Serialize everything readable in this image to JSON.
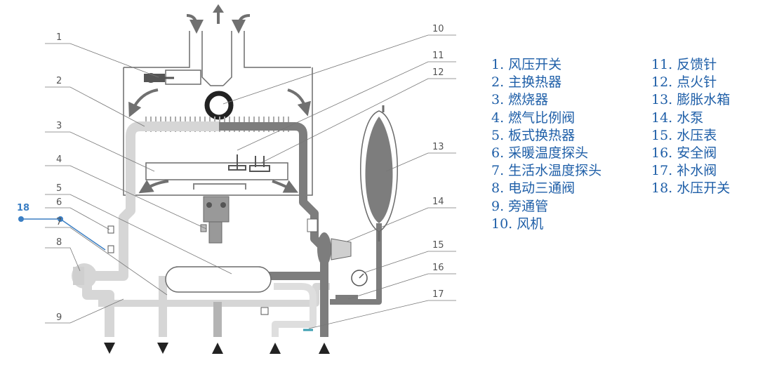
{
  "diagram": {
    "callout_numbers": [
      "1",
      "2",
      "3",
      "4",
      "5",
      "6",
      "7",
      "8",
      "9",
      "10",
      "11",
      "12",
      "13",
      "14",
      "15",
      "16",
      "17",
      "18"
    ]
  },
  "legend": {
    "left": [
      "1. 风压开关",
      "2. 主换热器",
      "3.  燃烧器",
      "4.  燃气比例阀",
      "5.  板式换热器",
      "6.  采暖温度探头",
      "7.  生活水温度探头",
      "8.  电动三通阀",
      "9.  旁通管",
      "10.  风机"
    ],
    "right": [
      "11.  反馈针",
      "12.  点火针",
      "13.  膨胀水箱",
      "14.  水泵",
      "15.  水压表",
      "16.  安全阀",
      "17.  补水阀",
      "18. 水压开关"
    ]
  },
  "colors": {
    "pipe_light": "#d6d6d6",
    "pipe_mid": "#b4b4b4",
    "pipe_dark": "#7d7d7d",
    "outline": "#6b6b6b",
    "legend_text": "#1f5fa8",
    "callout_18": "#3b7fc4"
  }
}
